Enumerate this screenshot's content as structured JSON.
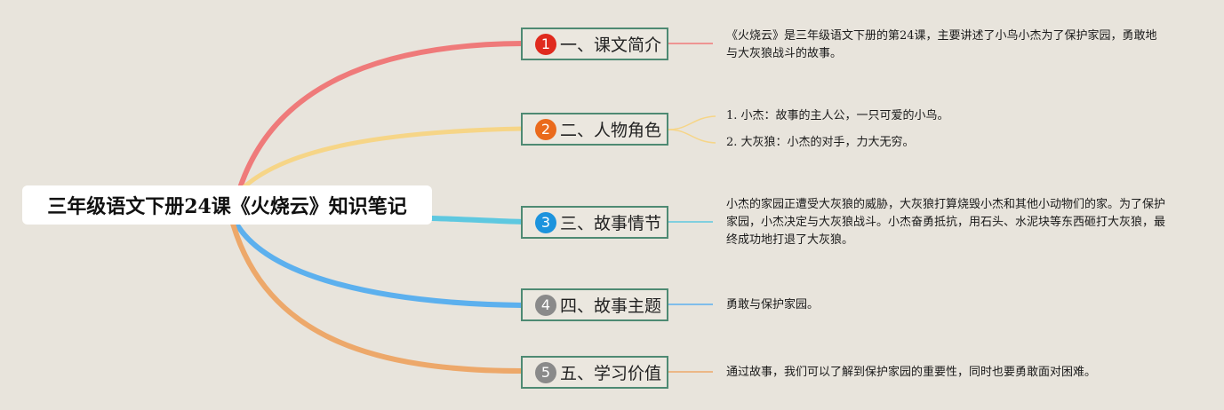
{
  "root": {
    "title": "三年级语文下册24课《火烧云》知识笔记"
  },
  "branches": [
    {
      "number": "1",
      "title": "一、课文简介",
      "badge_color": "#e02a1e",
      "line_color": "#ef7a7a",
      "details": [
        "《火烧云》是三年级语文下册的第24课，主要讲述了小鸟小杰为了保护家园，勇敢地与大灰狼战斗的故事。"
      ]
    },
    {
      "number": "2",
      "title": "二、人物角色",
      "badge_color": "#ea6a1c",
      "line_color": "#f6d587",
      "details": [
        "1. 小杰：故事的主人公，一只可爱的小鸟。",
        "2. 大灰狼：小杰的对手，力大无穷。"
      ]
    },
    {
      "number": "3",
      "title": "三、故事情节",
      "badge_color": "#1c93dd",
      "line_color": "#5ec8e0",
      "details": [
        "小杰的家园正遭受大灰狼的威胁，大灰狼打算烧毁小杰和其他小动物们的家。为了保护家园，小杰决定与大灰狼战斗。小杰奋勇抵抗，用石头、水泥块等东西砸打大灰狼，最终成功地打退了大灰狼。"
      ]
    },
    {
      "number": "4",
      "title": "四、故事主题",
      "badge_color": "#8a8a8a",
      "line_color": "#5cb0ee",
      "details": [
        "勇敢与保护家园。"
      ]
    },
    {
      "number": "5",
      "title": "五、学习价值",
      "badge_color": "#8a8a8a",
      "line_color": "#eda86a",
      "details": [
        "通过故事，我们可以了解到保护家园的重要性，同时也要勇敢面对困难。"
      ]
    }
  ]
}
